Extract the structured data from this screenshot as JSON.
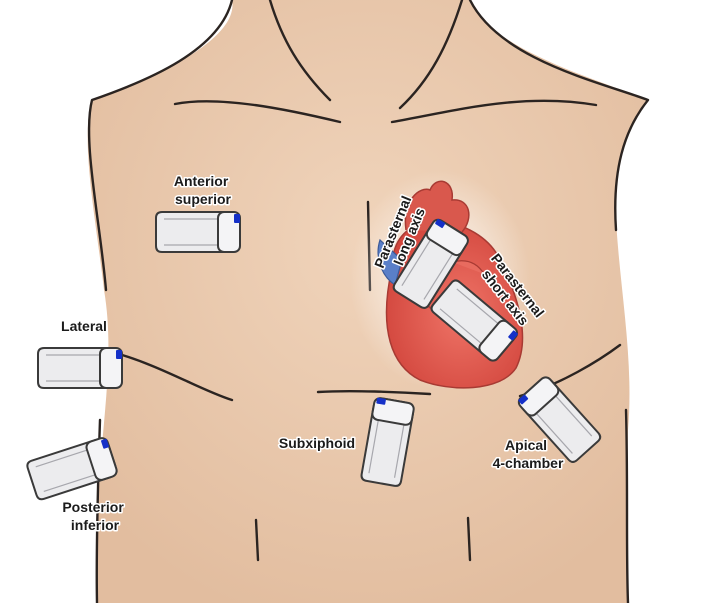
{
  "colors": {
    "skin": "#e8c8ac",
    "skin_shadow": "#dcb494",
    "outline": "#2b2421",
    "heart": "#e25a4f",
    "heart_dark": "#c63d36",
    "vessel_blue": "#5a7fc8",
    "probe_marker": "#1530c8"
  },
  "icons": [
    "ultrasound-probe-icon",
    "heart-illustration"
  ],
  "labels": {
    "anterior_superior": [
      "Anterior",
      "superior"
    ],
    "lateral": "Lateral",
    "posterior_inferior": [
      "Posterior",
      "inferior"
    ],
    "parasternal_long": [
      "Parasternal",
      "long axis"
    ],
    "parasternal_short": [
      "Parasternal",
      "short axis"
    ],
    "subxiphoid": "Subxiphoid",
    "apical": [
      "Apical",
      "4-chamber"
    ]
  }
}
